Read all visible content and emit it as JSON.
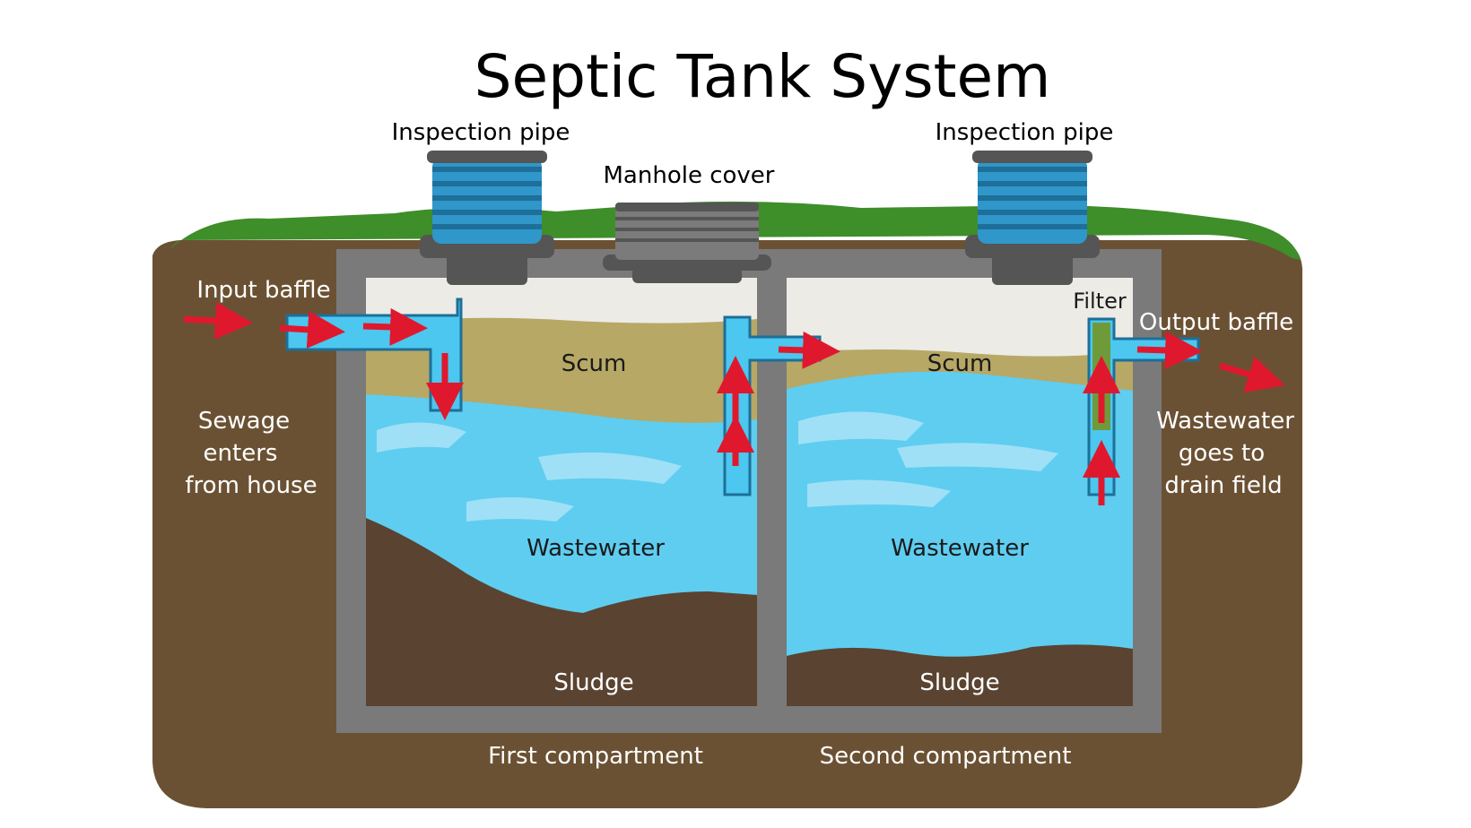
{
  "title": "Septic Tank System",
  "labels": {
    "inspection_pipe_left": "Inspection pipe",
    "inspection_pipe_right": "Inspection pipe",
    "manhole_cover": "Manhole cover",
    "input_baffle": "Input baffle",
    "output_baffle": "Output baffle",
    "filter": "Filter",
    "scum_1": "Scum",
    "scum_2": "Scum",
    "wastewater_1": "Wastewater",
    "wastewater_2": "Wastewater",
    "sludge_1": "Sludge",
    "sludge_2": "Sludge",
    "sewage_line1": "Sewage",
    "sewage_line2": "enters",
    "sewage_line3": "from house",
    "drain_line1": "Wastewater",
    "drain_line2": "goes to",
    "drain_line3": "drain field",
    "first_compartment": "First compartment",
    "second_compartment": "Second compartment"
  },
  "colors": {
    "soil": "#6b5133",
    "grass": "#3e8e2a",
    "tank_wall": "#7a7a7a",
    "air": "#ecebe6",
    "water": "#5ecdf0",
    "water_light": "#9fe0f7",
    "scum": "#b7a865",
    "sludge": "#5a4330",
    "pipe": "#4cc7ef",
    "arrow": "#e0182d",
    "coil": "#2f97c9",
    "cover": "#555555",
    "filter": "#6f9a3a"
  }
}
